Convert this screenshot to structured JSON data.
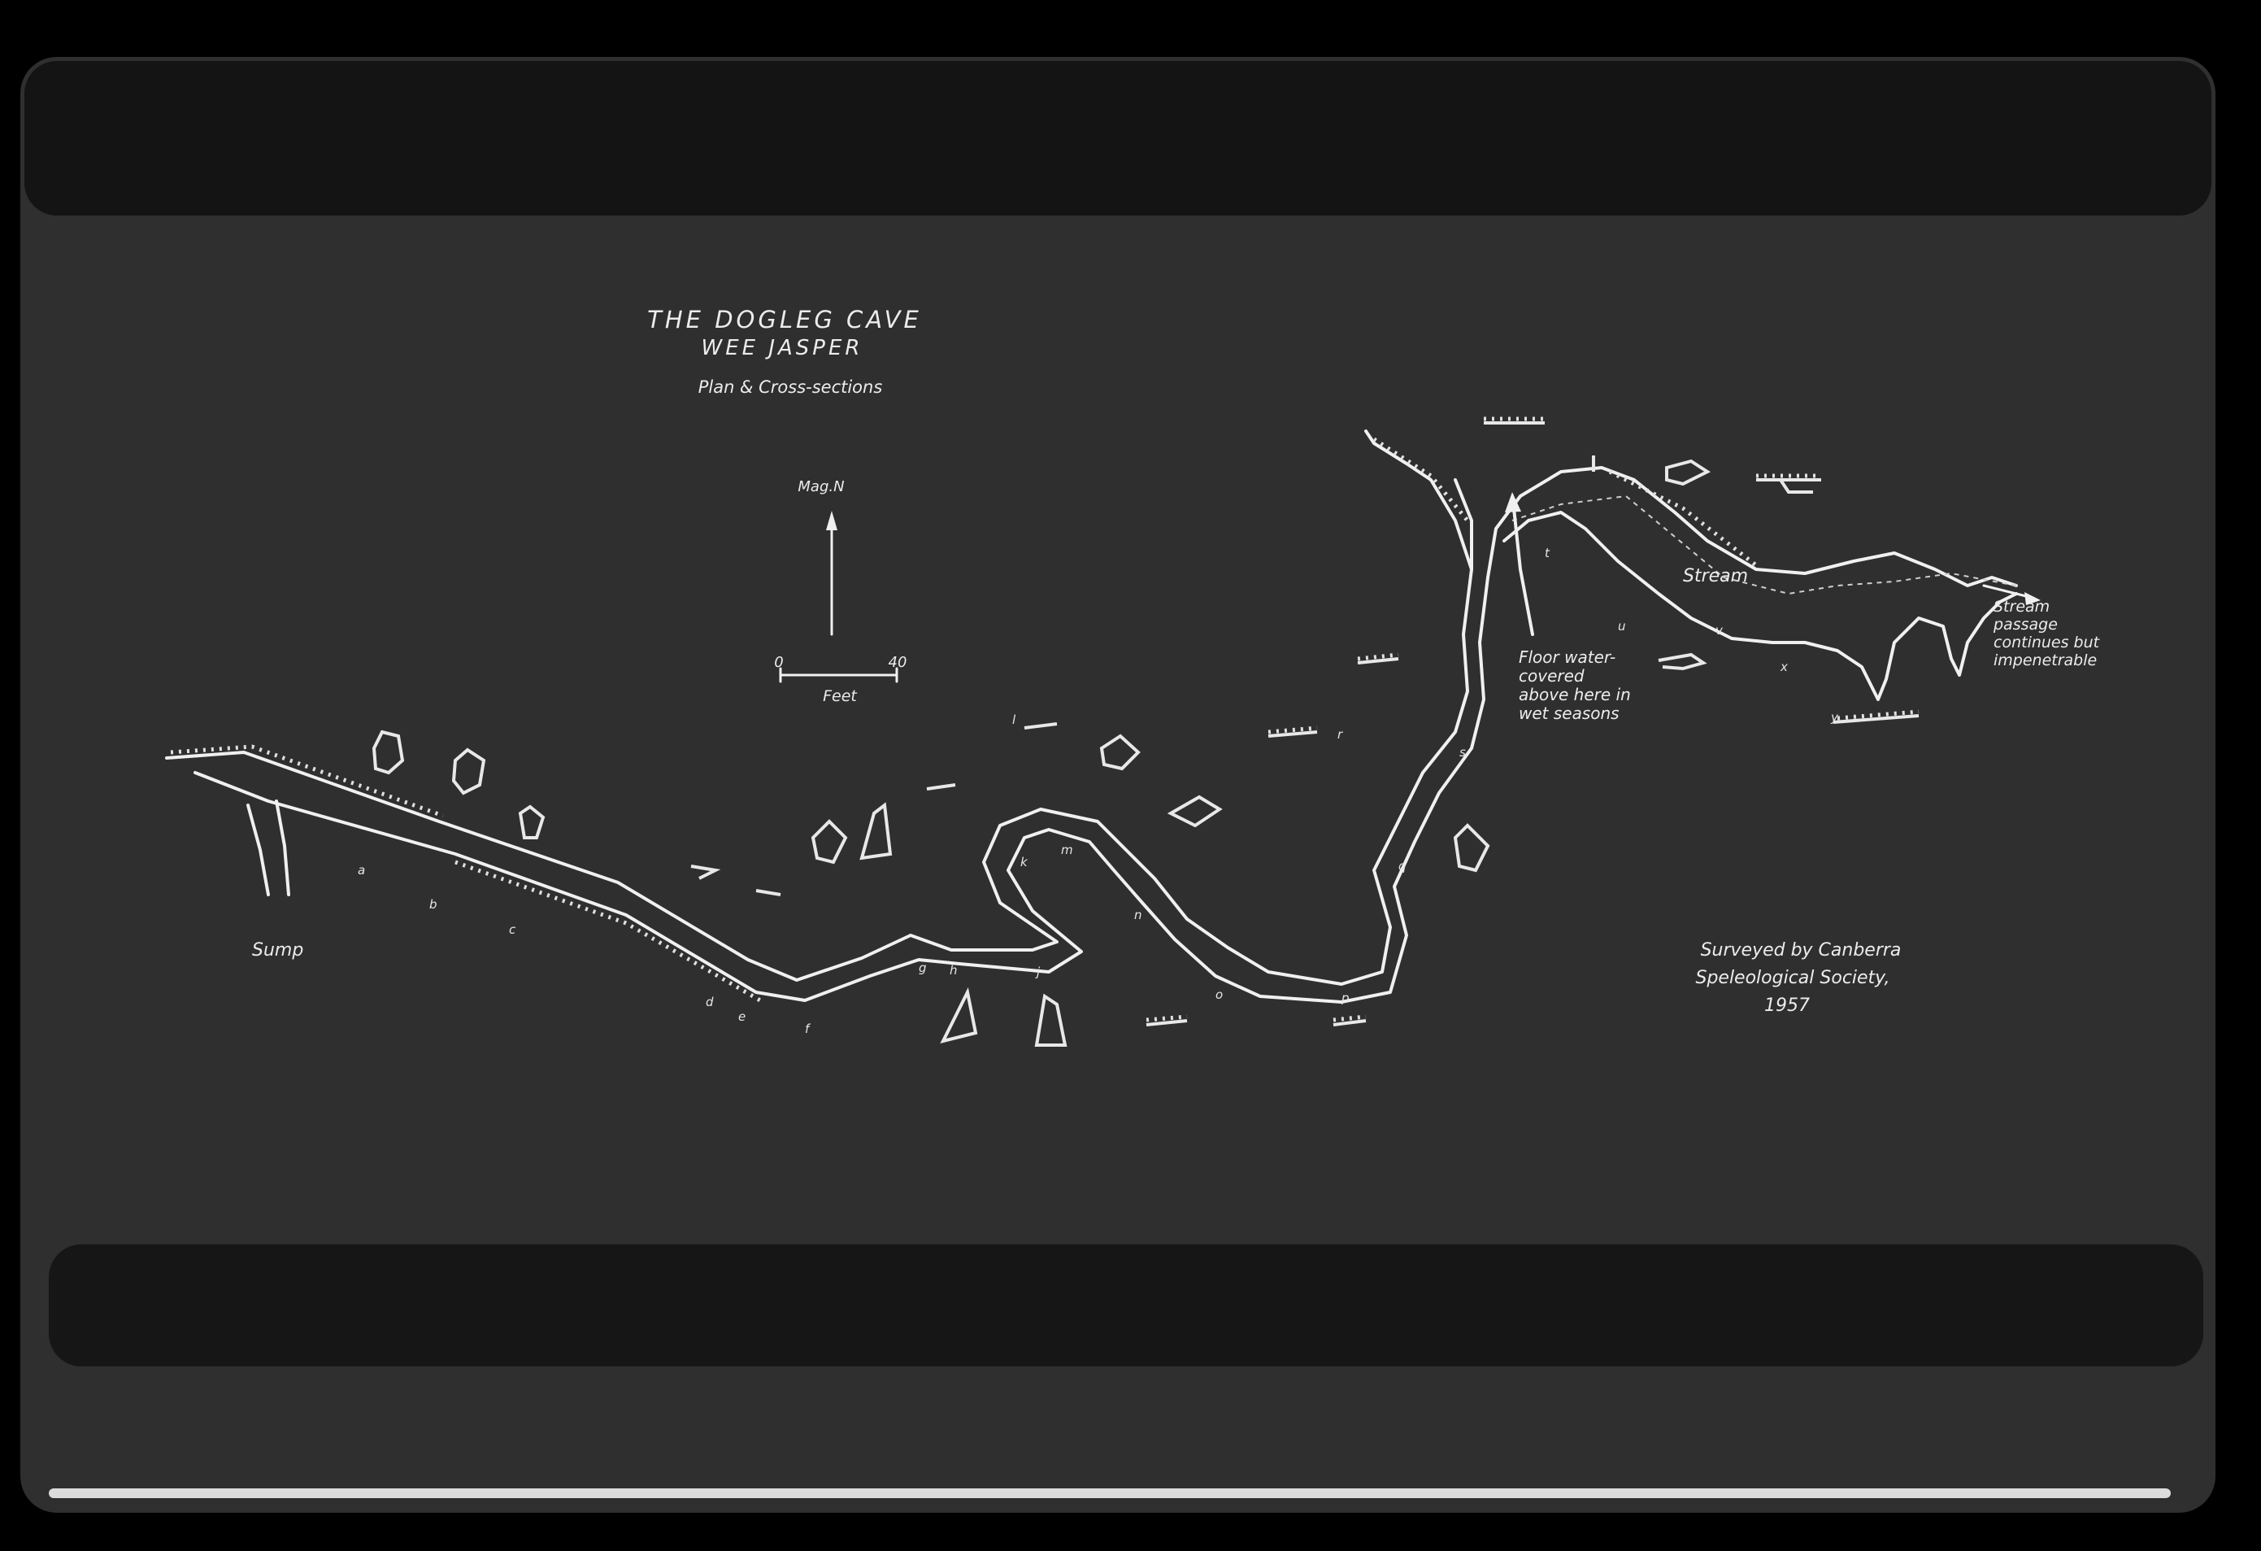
{
  "map": {
    "title": "THE DOGLEG CAVE",
    "subtitle": "WEE JASPER",
    "caption": "Plan & Cross-sections",
    "north_label": "Mag.N",
    "scale": {
      "min": "0",
      "max": "40",
      "unit": "Feet"
    },
    "labels": {
      "sump": "Sump",
      "stream": "Stream",
      "stream_note_1": "Stream",
      "stream_note_2": "passage",
      "stream_note_3": "continues but",
      "stream_note_4": "impenetrable",
      "floor_note_1": "Floor water-",
      "floor_note_2": "covered",
      "floor_note_3": "above here in",
      "floor_note_4": "wet seasons"
    },
    "credit": {
      "line1": "Surveyed by Canberra",
      "line2": "Speleological Society,",
      "line3": "1957"
    },
    "section_letters": {
      "a": "a",
      "b": "b",
      "c": "c",
      "d": "d",
      "e": "e",
      "f": "f",
      "g": "g",
      "h": "h",
      "j": "j",
      "k": "k",
      "l": "l",
      "m": "m",
      "n": "n",
      "o": "o",
      "p": "p",
      "q": "q",
      "r": "r",
      "s": "s",
      "t": "t",
      "u": "u",
      "v": "v",
      "x": "x",
      "y": "y"
    }
  }
}
